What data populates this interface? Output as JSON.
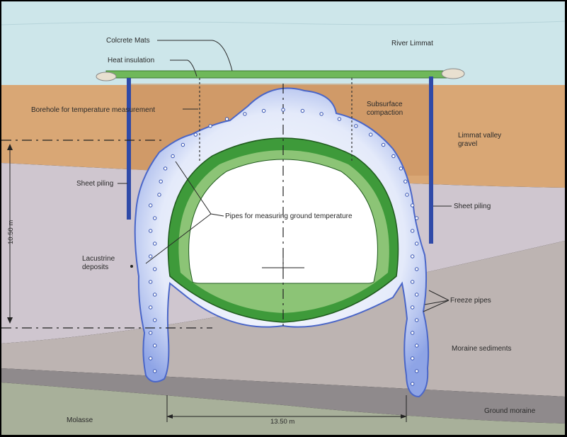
{
  "labels": {
    "colcrete_mats": "Colcrete Mats",
    "river_limmat": "River Limmat",
    "heat_insulation": "Heat insulation",
    "borehole": "Borehole for temperature measurement",
    "subsurface_1": "Subsurface",
    "subsurface_2": "compaction",
    "limmat_valley_1": "Limmat valley",
    "limmat_valley_2": "gravel",
    "sheet_piling_left": "Sheet piling",
    "sheet_piling_right": "Sheet piling",
    "pipes_ground_temp": "Pipes for measuring ground temperature",
    "lacustrine_1": "Lacustrine",
    "lacustrine_2": "deposits",
    "freeze_pipes": "Freeze pipes",
    "moraine_sediments": "Moraine sediments",
    "molasse": "Molasse",
    "ground_moraine": "Ground moraine",
    "dim_height": "10.50 m",
    "dim_width": "13.50 m"
  },
  "colors": {
    "frame": "#000000",
    "water": "#cde6ea",
    "gravel": "#d9a775",
    "gravel_dark": "#c98f5c",
    "lacustrine": "#cfc6cf",
    "moraine": "#bdb4b2",
    "molasse": "#a8b09a",
    "ground_moraine": "#8f8a8c",
    "frozen": "#dfe6f7",
    "frozen_edge": "#4a66c8",
    "lining": "#3e9a3a",
    "sheet_piling": "#2f4aa8"
  }
}
